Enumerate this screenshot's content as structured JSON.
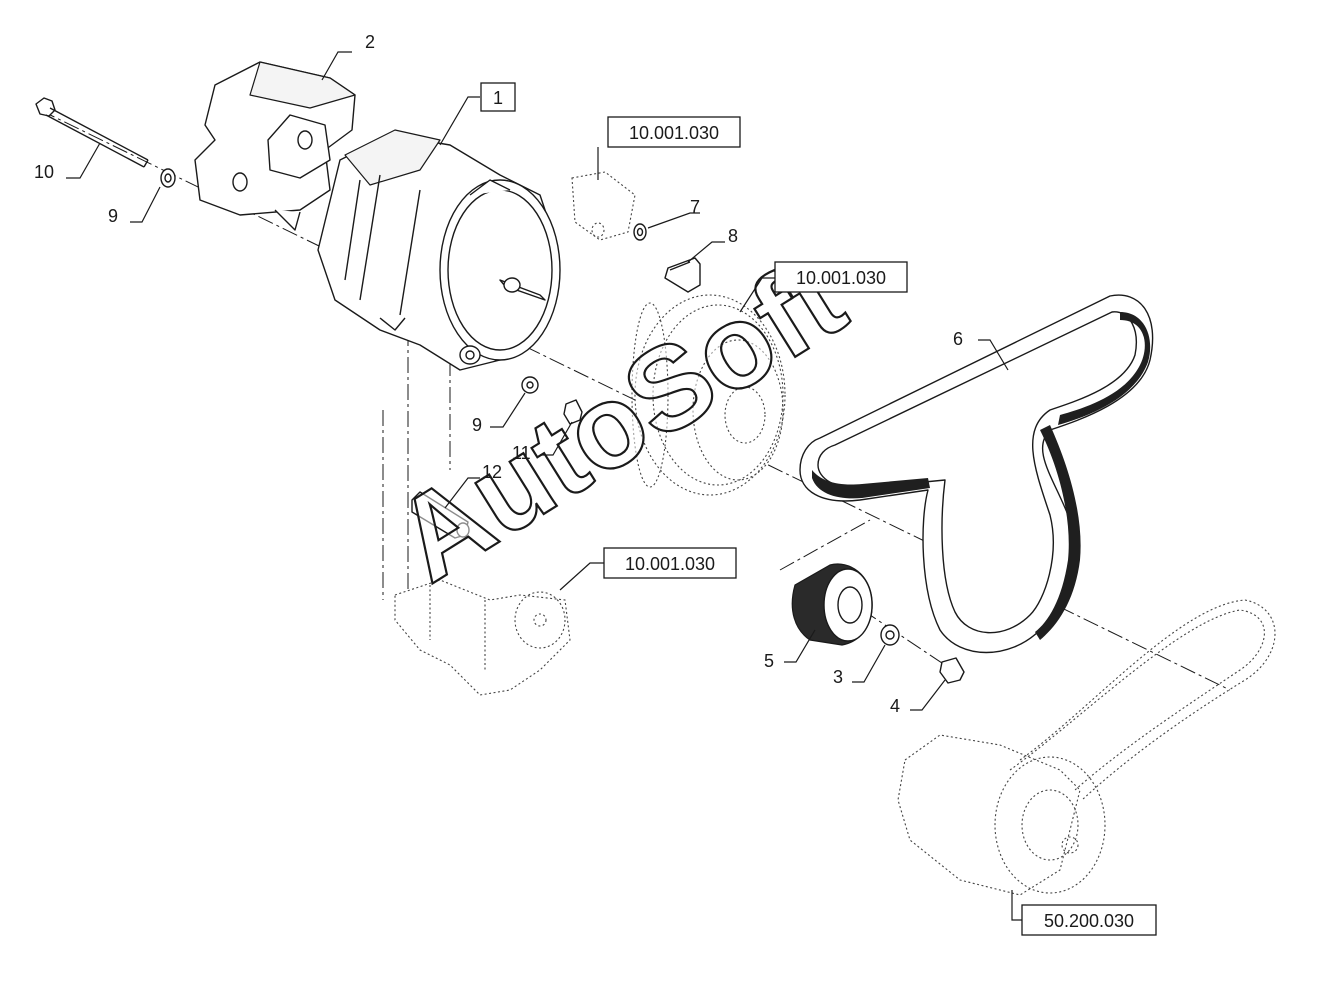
{
  "diagram": {
    "callouts": {
      "c1": "1",
      "c2": "2",
      "c3": "3",
      "c4": "4",
      "c5": "5",
      "c6": "6",
      "c7": "7",
      "c8": "8",
      "c9a": "9",
      "c9b": "9",
      "c10": "10",
      "c11": "11",
      "c12": "12"
    },
    "refs": {
      "r1": "10.001.030",
      "r2": "10.001.030",
      "r3": "10.001.030",
      "r4": "50.200.030"
    },
    "watermark": "AutoSoft"
  }
}
